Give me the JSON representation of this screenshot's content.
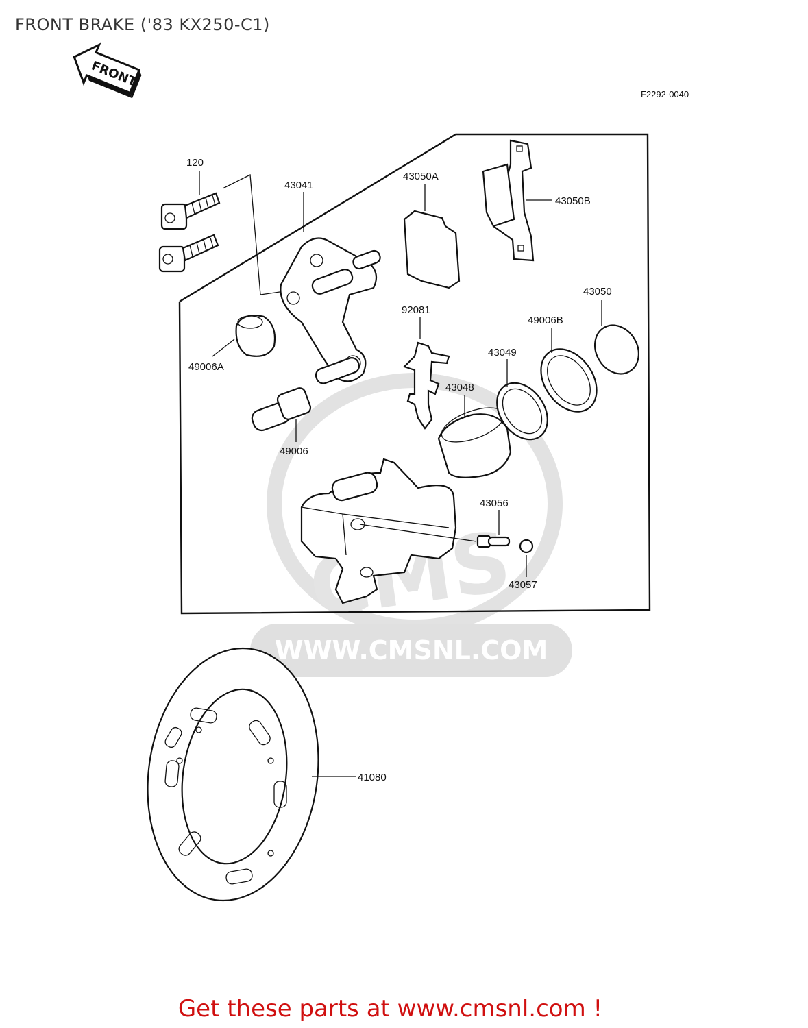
{
  "title": "FRONT BRAKE ('83 KX250-C1)",
  "figure_code": "F2292-0040",
  "front_arrow_label": "FRONT",
  "watermark": {
    "text": "WWW.CMSNL.COM",
    "logo_letters": "CMS",
    "color": "#d9d9d9"
  },
  "parts": [
    {
      "id": "120"
    },
    {
      "id": "43041"
    },
    {
      "id": "43050A"
    },
    {
      "id": "43050B"
    },
    {
      "id": "92081"
    },
    {
      "id": "43050"
    },
    {
      "id": "49006B"
    },
    {
      "id": "49006A"
    },
    {
      "id": "43049"
    },
    {
      "id": "43048"
    },
    {
      "id": "49006"
    },
    {
      "id": "43056"
    },
    {
      "id": "43057"
    },
    {
      "id": "41080"
    }
  ],
  "footer": {
    "text": "Get these parts at www.cmsnl.com !",
    "color": "#d01010"
  }
}
